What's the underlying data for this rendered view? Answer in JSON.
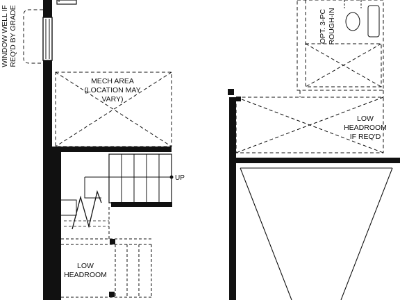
{
  "labels": {
    "window_well_line1": "WINDOW WELL IF",
    "window_well_line2": "REQ'D BY GRADE",
    "mech_line1": "MECH AREA",
    "mech_line2": "(LOCATION MAY",
    "mech_line3": "VARY)",
    "rough_line1": "OPT. 3-PC",
    "rough_line2": "ROUGH-IN",
    "low_headroom_right_line1": "LOW",
    "low_headroom_right_line2": "HEADROOM",
    "low_headroom_right_line3": "IF REQ'D",
    "up": "UP",
    "low_headroom_left_line1": "LOW",
    "low_headroom_left_line2": "HEADROOM"
  },
  "colors": {
    "ink": "#111111",
    "background": "#ffffff"
  }
}
